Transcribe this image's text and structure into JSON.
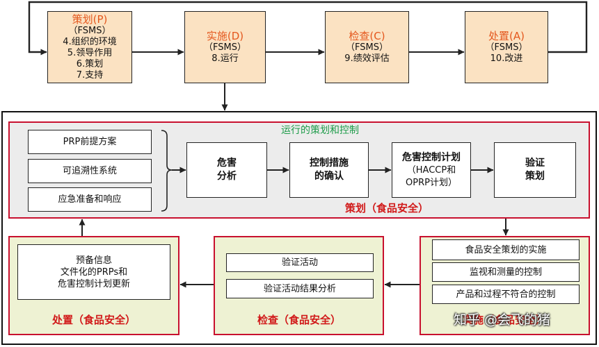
{
  "colors": {
    "accent": "#e4571d",
    "label_red": "#d11a1a",
    "green_title": "#1c9b48",
    "frame_red": "#c8102e",
    "top_fill": "#fbe2c2",
    "bottom_fill": "#eef2d3",
    "planning_fill": "#ececec"
  },
  "pdca": {
    "plan": {
      "title": "策划(P)",
      "scope": "（FSMS）",
      "clauses": [
        "4.组织的环境",
        "5.领导作用",
        "6.策划",
        "7.支持"
      ]
    },
    "do": {
      "title": "实施(D)",
      "scope": "（FSMS）",
      "clauses": [
        "8.运行"
      ]
    },
    "check": {
      "title": "检查(C)",
      "scope": "（FSMS）",
      "clauses": [
        "9.绩效评估"
      ]
    },
    "act": {
      "title": "处置(A)",
      "scope": "（FSMS）",
      "clauses": [
        "10.改进"
      ]
    }
  },
  "operation": {
    "title": "运行的策划和控制",
    "planning": {
      "label": "策划（食品安全）",
      "prerequisites": [
        "PRP前提方案",
        "可追溯性系统",
        "应急准备和响应"
      ],
      "steps": [
        {
          "lines": [
            "危害",
            "分析"
          ]
        },
        {
          "lines": [
            "控制措施",
            "的确认"
          ]
        },
        {
          "lines": [
            "危害控制计划",
            "（HACCP和",
            "OPRP计划）"
          ]
        },
        {
          "lines": [
            "验证",
            "策划"
          ]
        }
      ]
    },
    "do": {
      "label": "实施（食品安全）",
      "items": [
        "食品安全策划的实施",
        "监视和测量的控制",
        "产品和过程不符合的控制"
      ]
    },
    "check": {
      "label": "检查（食品安全）",
      "items": [
        "验证活动",
        "验证活动结果分析"
      ]
    },
    "act": {
      "label": "处置（食品安全）",
      "lines": [
        "预备信息",
        "文件化的PRPs和",
        "危害控制计划更新"
      ]
    }
  },
  "watermark": "知乎 @会飞的猪"
}
